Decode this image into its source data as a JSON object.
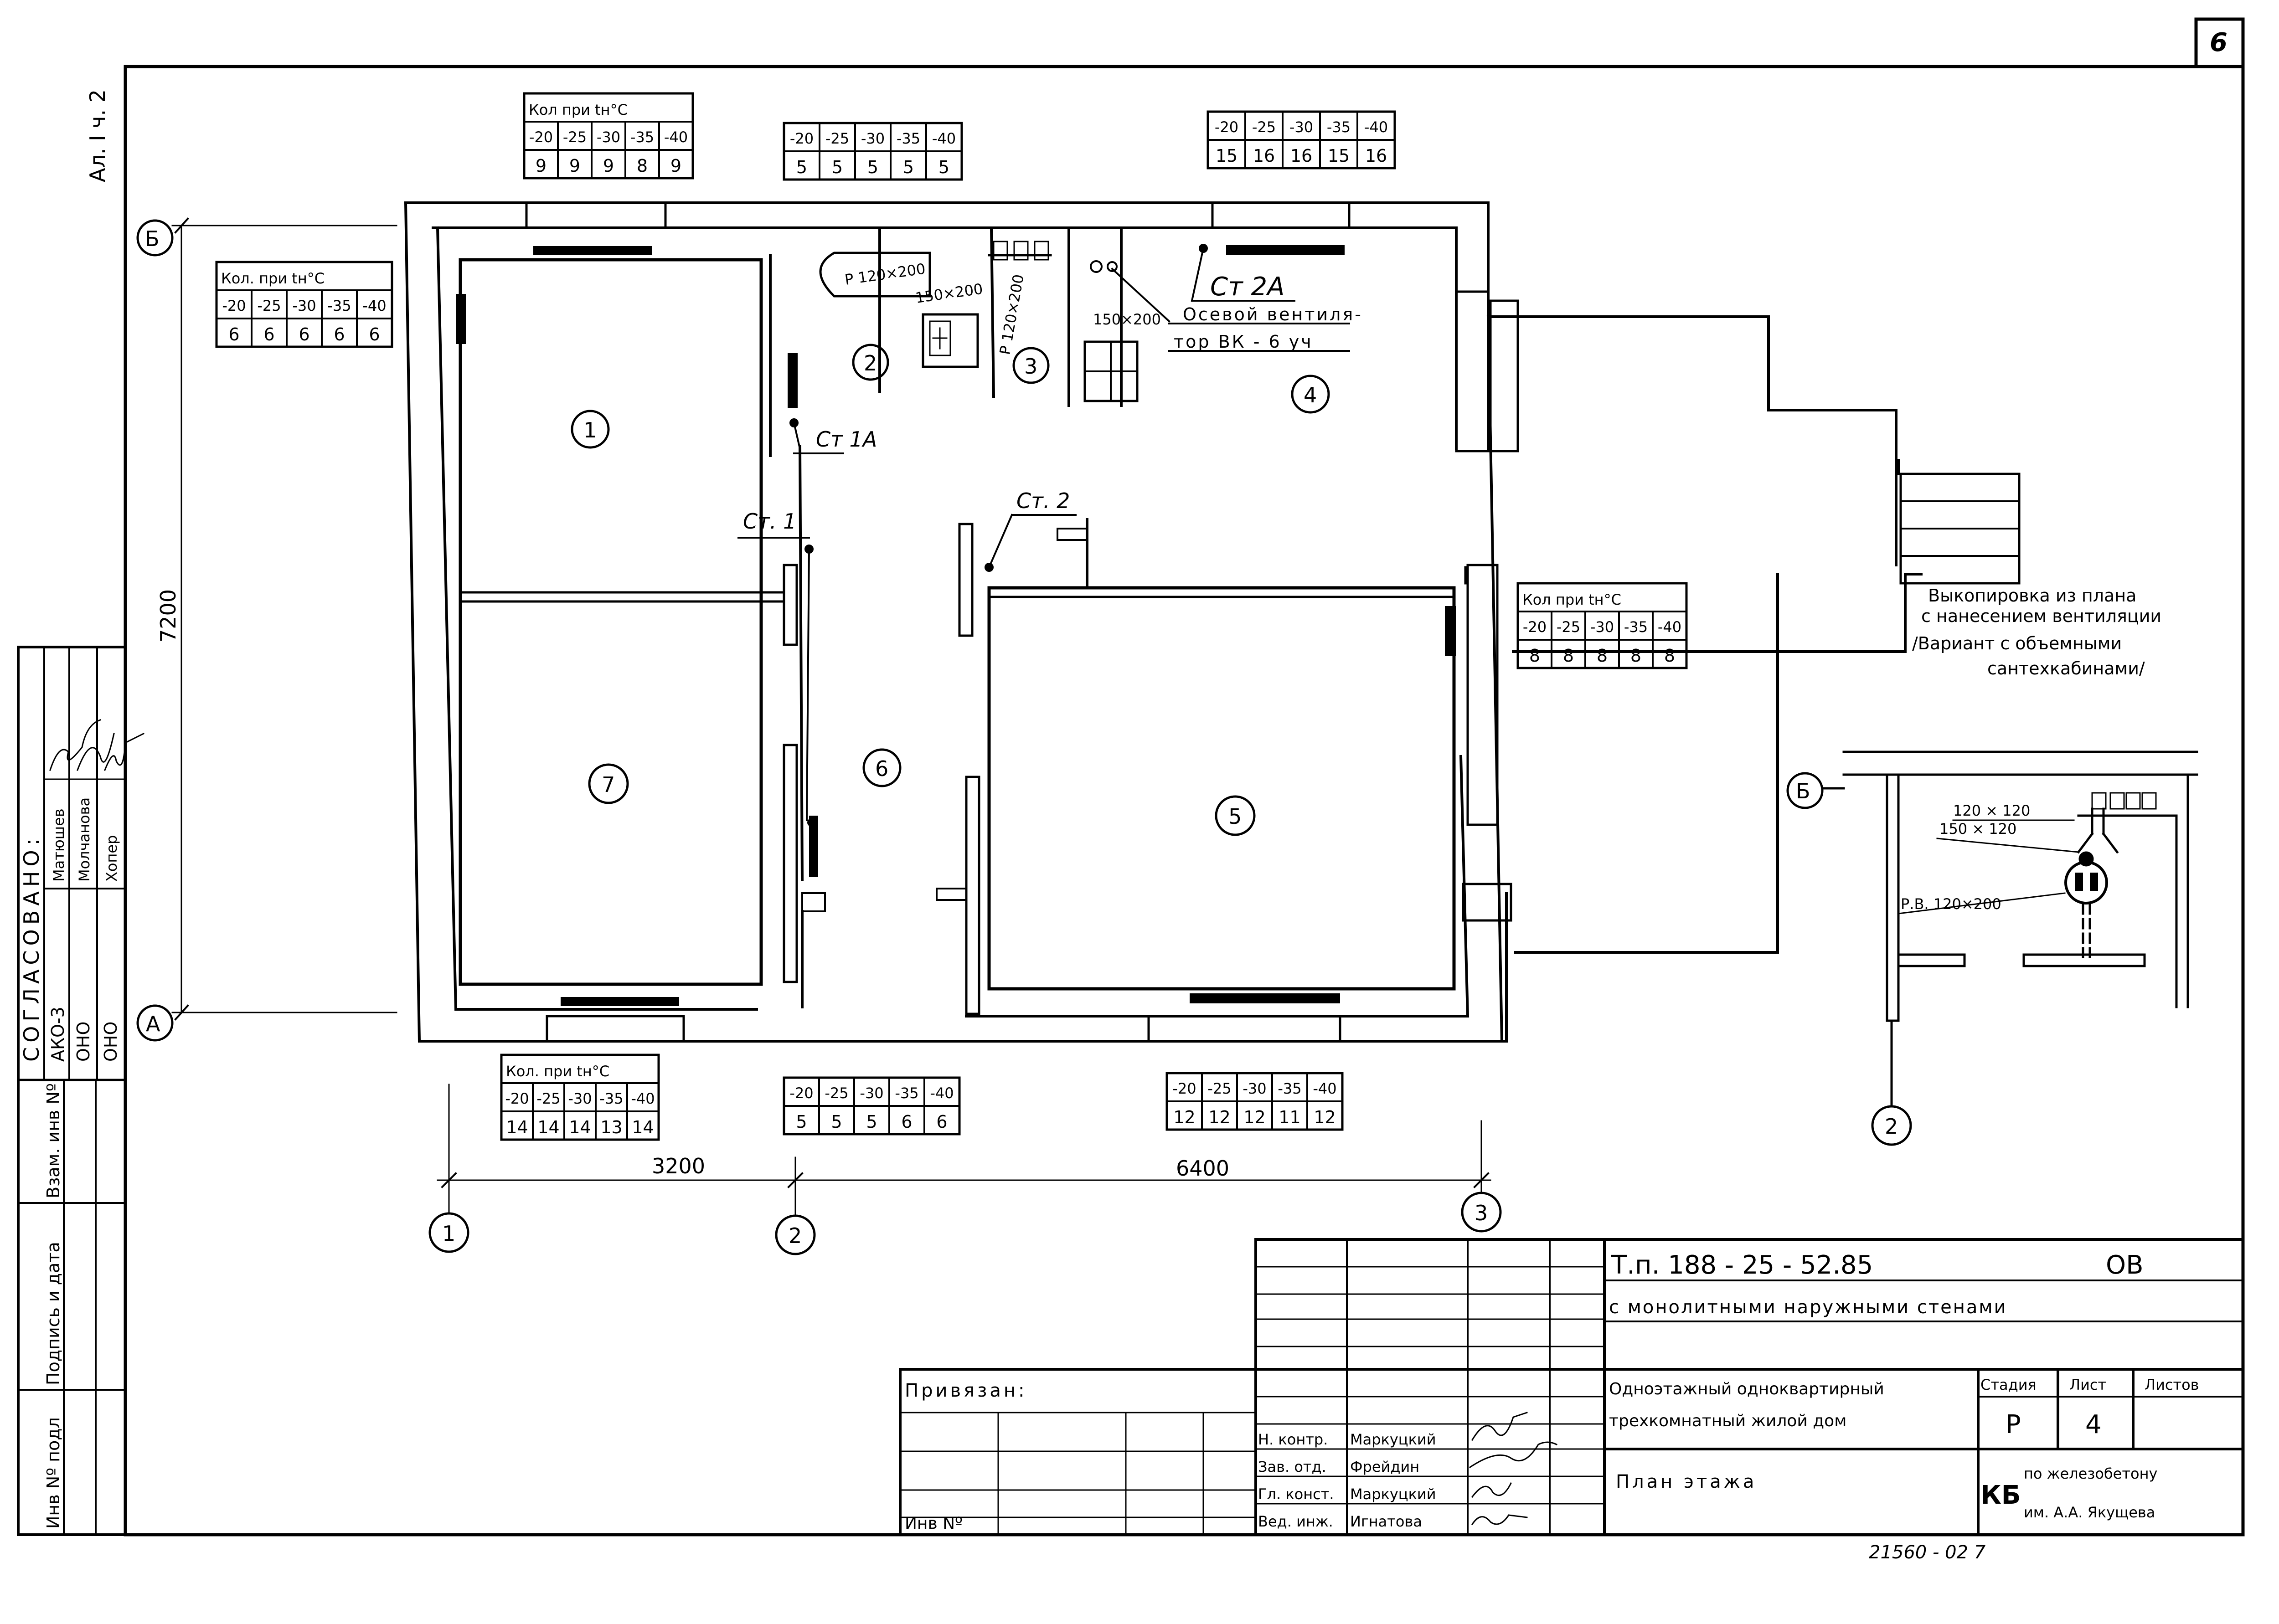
{
  "sheet": {
    "sheet_mark": "6",
    "album_ref": "Ал. I ч. 2",
    "bottom_number": "21560 - 02   7"
  },
  "colors": {
    "ink": "#000000",
    "paper": "#ffffff"
  },
  "approval": {
    "title": "СОГЛАСОВАНО:",
    "rows": [
      {
        "org": "АКО-3",
        "name": "Матюшев"
      },
      {
        "org": "ОНО",
        "name": "Молчанова"
      },
      {
        "org": "ОНО",
        "name": "Хопер"
      }
    ],
    "side_fields": [
      "Инв Nº подл",
      "Подпись и дата",
      "Взам. инв Nº"
    ]
  },
  "axes": {
    "letters": [
      "Б",
      "А"
    ],
    "numbers": [
      "1",
      "2",
      "3"
    ],
    "dim_vertical": "7200",
    "dim_1": "3200",
    "dim_2": "6400"
  },
  "rooms": [
    "1",
    "2",
    "3",
    "4",
    "5",
    "6",
    "7"
  ],
  "risers": {
    "st1a": "Ст 1А",
    "st1": "Ст. 1",
    "st2": "Ст. 2",
    "st2a": "Ст 2А",
    "fan_line1": "Осевой вентиля-",
    "fan_line2": "тор ВК - 6 уч"
  },
  "ducts": {
    "d1": "Р 120×200",
    "d2": "150×200",
    "d3": "Р 120×200",
    "d4": "150×200"
  },
  "heater_tables": [
    {
      "head": "Кол при tн°C",
      "temps": [
        "-20",
        "-25",
        "-30",
        "-35",
        "-40"
      ],
      "counts": [
        "9",
        "9",
        "9",
        "8",
        "9"
      ]
    },
    {
      "head": "",
      "temps": [
        "-20",
        "-25",
        "-30",
        "-35",
        "-40"
      ],
      "counts": [
        "5",
        "5",
        "5",
        "5",
        "5"
      ]
    },
    {
      "head": "",
      "temps": [
        "-20",
        "-25",
        "-30",
        "-35",
        "-40"
      ],
      "counts": [
        "15",
        "16",
        "16",
        "15",
        "16"
      ]
    },
    {
      "head": "Кол. при tн°C",
      "temps": [
        "-20",
        "-25",
        "-30",
        "-35",
        "-40"
      ],
      "counts": [
        "6",
        "6",
        "6",
        "6",
        "6"
      ]
    },
    {
      "head": "Кол при tн°C",
      "temps": [
        "-20",
        "-25",
        "-30",
        "-35",
        "-40"
      ],
      "counts": [
        "8",
        "8",
        "8",
        "8",
        "8"
      ]
    },
    {
      "head": "Кол. при tн°C",
      "temps": [
        "-20",
        "-25",
        "-30",
        "-35",
        "-40"
      ],
      "counts": [
        "14",
        "14",
        "14",
        "13",
        "14"
      ]
    },
    {
      "head": "",
      "temps": [
        "-20",
        "-25",
        "-30",
        "-35",
        "-40"
      ],
      "counts": [
        "5",
        "5",
        "5",
        "6",
        "6"
      ]
    },
    {
      "head": "",
      "temps": [
        "-20",
        "-25",
        "-30",
        "-35",
        "-40"
      ],
      "counts": [
        "12",
        "12",
        "12",
        "11",
        "12"
      ]
    }
  ],
  "note": {
    "line1": "Выкопировка из плана",
    "line2": "с нанесением вентиляции",
    "line3": "/Вариант с объемными",
    "line4": "сантехкабинами/"
  },
  "detail": {
    "axis": "Б",
    "axis_bottom": "2",
    "l1": "120 × 120",
    "l2": "150 × 120",
    "l3": "Р.В. 120×200"
  },
  "title_block": {
    "code": "Т.п.  188 - 25 - 52.85",
    "code_suffix": "ОВ",
    "subtitle": "с монолитными наружными стенами",
    "privyazan": "Привязан:",
    "inv": "Инв Nº",
    "building1": "Одноэтажный одноквартирный",
    "building2": "трехкомнатный жилой дом",
    "sheet_title": "План     этажа",
    "stage_label": "Стадия",
    "sheet_label": "Лист",
    "sheets_label": "Листов",
    "stage": "Р",
    "sheet_no": "4",
    "org_mark": "КБ",
    "org1": "по железобетону",
    "org2": "им. А.А. Якущева",
    "roles": [
      {
        "role": "Н. контр.",
        "name": "Маркуцкий"
      },
      {
        "role": "Зав. отд.",
        "name": "Фрейдин"
      },
      {
        "role": "Гл. конст.",
        "name": "Маркуцкий"
      },
      {
        "role": "Вед. инж.",
        "name": "Игнатова"
      }
    ]
  }
}
